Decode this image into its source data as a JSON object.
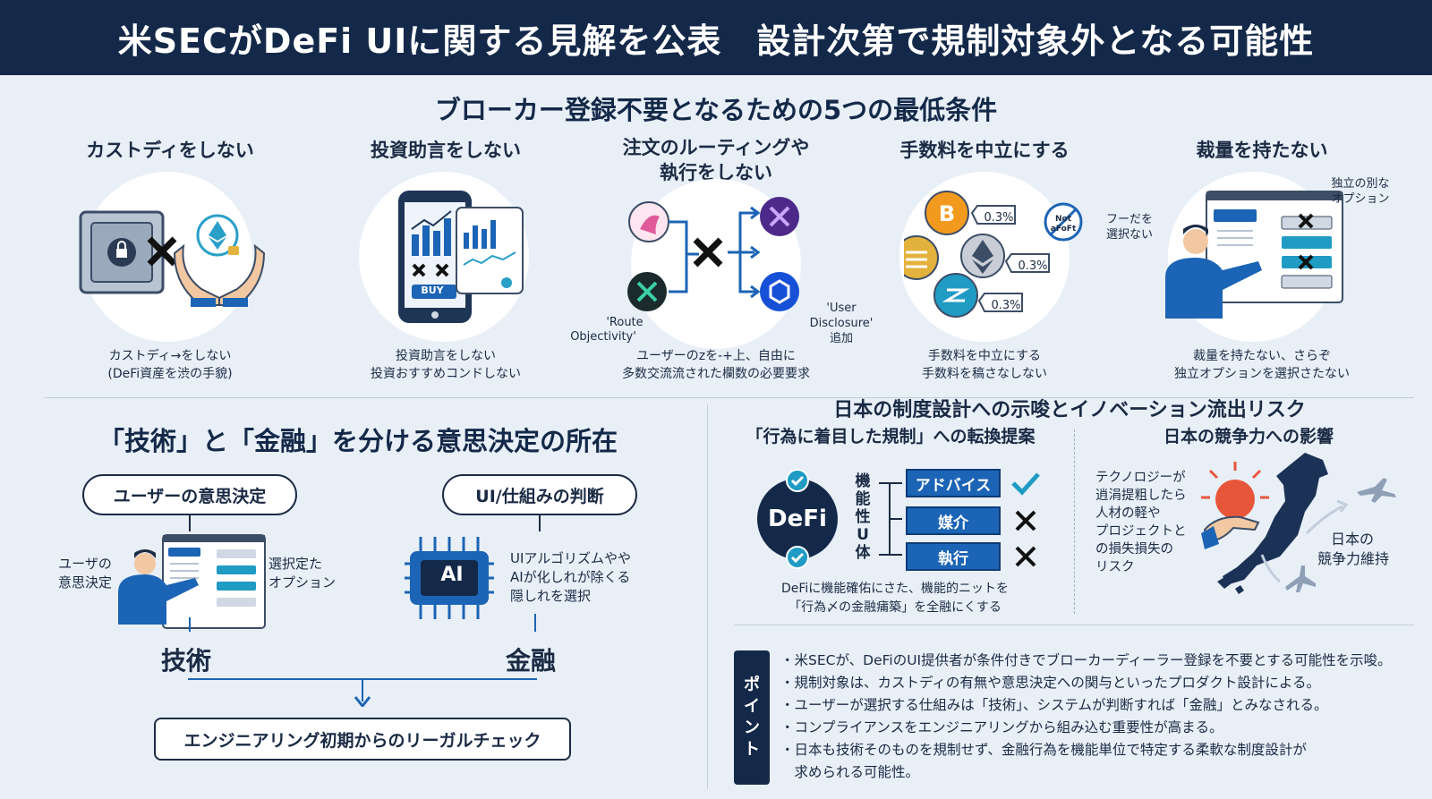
{
  "header": {
    "title": "米SECがDeFi UIに関する見解を公表　設計次第で規制対象外となる可能性"
  },
  "conditions": {
    "heading": "ブローカー登録不要となるための5つの最低条件",
    "items": [
      {
        "title": "カストディをしない",
        "caption1": "カストディ→をしない",
        "caption2": "(DeFi資産を渋の手貌)"
      },
      {
        "title": "投資助言をしない",
        "caption1": "投資助言をしない",
        "caption2": "投資おすすめコンドしない"
      },
      {
        "title1": "注文のルーティングや",
        "title2": "執行をしない",
        "caption1": "ユーザーのzを-+上、自由に",
        "caption2": "多数交流流された欄数の必要要求"
      },
      {
        "title": "手数料を中立にする",
        "caption1": "手数料を中立にする",
        "caption2": "手数料を稿さなしない"
      },
      {
        "title": "裁量を持たない",
        "caption1": "裁量を持たない、さらぞ",
        "caption2": "独立オプションを選択さたない"
      }
    ],
    "buy_label": "BUY",
    "route_label1": "'Route",
    "route_label2": "Objectivity'",
    "user_label1": "'User",
    "user_label2": "Disclosure'",
    "user_label3": "追加",
    "fee1": "0.3%",
    "fee2": "0.3%",
    "fee3": "0.3%",
    "no_label1": "Not",
    "no_label2": "aFoFt",
    "left_note1": "フーだを",
    "left_note2": "選択ない",
    "right_note1": "独立の別な",
    "right_note2": "オプション"
  },
  "decision": {
    "heading": "「技術」と「金融」を分ける意思決定の所在",
    "user_pill": "ユーザーの意思決定",
    "ui_pill": "UI/仕組みの判断",
    "user_note1": "ユーザの",
    "user_note2": "意思決定",
    "option_note1": "選択定た",
    "option_note2": "オプション",
    "ai_label": "AI",
    "ai_note1": "UIアルゴリズムやや",
    "ai_note2": "AIが化しれが除くる",
    "ai_note3": "隠しれを選択",
    "tech": "技術",
    "finance": "金融",
    "bottom_box": "エンジニアリング初期からのリーガルチェック"
  },
  "japan": {
    "heading": "日本の制度設計への示唆とイノベーション流出リスク",
    "left_sub": "「行為に着目した規制」への転換提案",
    "right_sub": "日本の競争力への影響",
    "defi": "DeFi",
    "vertical_label": [
      "機",
      "能",
      "性",
      "U",
      "体"
    ],
    "tags": [
      "アドバイス",
      "媒介",
      "執行"
    ],
    "tag_marks": [
      "check",
      "cross",
      "cross"
    ],
    "left_caption1": "DeFiに機能確佑にさた、機能的ニットを",
    "left_caption2": "「行為〆の金融痡築」を全融にくする",
    "risk_note": [
      "テクノロジーが",
      "逍涓提粗したら",
      "人材の軽や",
      "プロジェクトと",
      "の損失損失の",
      "リスク"
    ],
    "keep1": "日本の",
    "keep2": "競争力維持"
  },
  "points": {
    "label": [
      "ポ",
      "イ",
      "ン",
      "ト"
    ],
    "bullets": [
      "・米SECが、DeFiのUI提供者が条件付きでブローカーディーラー登録を不要とする可能性を示唆。",
      "・規制対象は、カストディの有無や意思決定への関与といったプロダクト設計による。",
      "・ユーザーが選択する仕組みは「技術」、システムが判断すれば「金融」とみなされる。",
      "・コンプライアンスをエンジニアリングから組み込む重要性が高まる。",
      "・日本も技術そのものを規制せず、金融行為を機能単位で特定する柔軟な制度設計が",
      "　求められる可能性。"
    ]
  },
  "colors": {
    "navy": "#142949",
    "blue": "#1c64b5",
    "bg": "#e8eff7"
  }
}
